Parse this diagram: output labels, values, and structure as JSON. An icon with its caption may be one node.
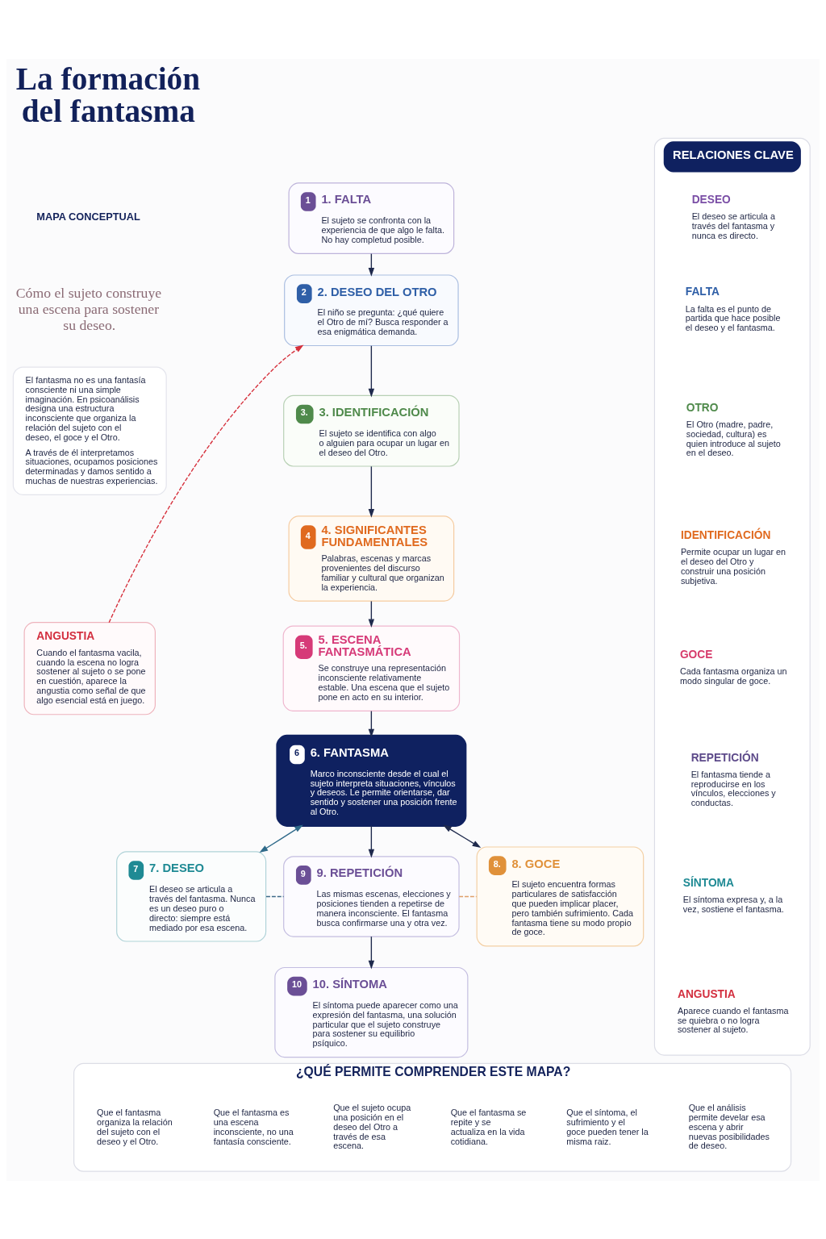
{
  "diagram": {
    "title": "La formación del fantasma",
    "nodes": [
      {
        "text": [
          "El fantasma no es una fantasía consciente ni una simple imaginación. En psicoanálisis designa una estructura inconsciente que organiza la relación del sujeto con el deseo, el goce y el Otro.",
          "A través de él interpretamos situaciones, ocupamos posiciones determinadas y damos sentido a muchas de nuestras experiencias."
        ]
      },
      {
        "text": [
          "ANGUSTIA",
          "Cuando el fantasma vacila, cuando la escena no logra sostener al sujeto o se pone en cuestión, aparece la angustia como señal de que algo esencial está en juego."
        ]
      },
      {
        "text": [
          "1",
          "1. FALTA",
          "El sujeto se confronta con la experiencia de que algo le falta. No hay completud posible."
        ]
      },
      {
        "text": [
          "2",
          "2. DESEO DEL OTRO",
          "El niño se pregunta: ¿qué quiere el Otro de mí? Busca responder a esa enigmática demanda."
        ]
      },
      {
        "text": [
          "3.",
          "3. IDENTIFICACIÓN",
          "El sujeto se identifica con algo o alguien para ocupar un lugar en el deseo del Otro."
        ]
      },
      {
        "text": [
          "4",
          "4. SIGNIFICANTES FUNDAMENTALES",
          "Palabras, escenas y marcas provenientes del discurso familiar y cultural que organizan la experiencia."
        ]
      },
      {
        "text": [
          "5.",
          "5. ESCENA FANTASMÁTICA",
          "Se construye una representación inconsciente relativamente estable. Una escena que el sujeto pone en acto en su interior."
        ]
      },
      {
        "text": [
          "6",
          "6. FANTASMA",
          "Marco inconsciente desde el cual el sujeto interpreta situaciones, vínculos y deseos. Le permite orientarse, dar sentido y sostener una posición frente al Otro."
        ]
      },
      {
        "text": [
          "7",
          "7. DESEO",
          "El deseo se articula a través del fantasma. Nunca es un deseo puro o directo: siempre está mediado por esa escena."
        ]
      },
      {
        "text": [
          "9",
          "9. REPETICIÓN",
          "Las mismas escenas, elecciones y posiciones tienden a repetirse de manera inconsciente. El fantasma busca confirmarse una y otra vez."
        ]
      },
      {
        "text": [
          "8.",
          "8. GOCE",
          "El sujeto encuentra formas particulares de satisfacción que pueden implicar placer, pero también sufrimiento. Cada fantasma tiene su modo propio de goce."
        ]
      },
      {
        "text": [
          "10",
          "10. SÍNTOMA",
          "El síntoma puede aparecer como una expresión del fantasma, una solución particular que el sujeto construye para sostener su equilibrio psíquico."
        ]
      },
      {
        "text": [
          "RELACIONES CLAVE"
        ]
      },
      {
        "text": [
          "DESEO",
          "El deseo se articula a través del fantasma y nunca es directo."
        ],
        "in": 12
      },
      {
        "text": [
          "FALTA",
          "La falta es el punto de partida que hace posible el deseo y el fantasma."
        ],
        "in": 12
      },
      {
        "text": [
          "OTRO",
          "El Otro (madre, padre, sociedad, cultura) es quien introduce al sujeto en el deseo."
        ],
        "in": 12
      },
      {
        "text": [
          "IDENTIFICACIÓN",
          "Permite ocupar un lugar en el deseo del Otro y construir una posición subjetiva."
        ],
        "in": 12
      },
      {
        "text": [
          "GOCE",
          "Cada fantasma organiza un modo singular de goce."
        ],
        "in": 12
      },
      {
        "text": [
          "REPETICIÓN",
          "El fantasma tiende a reproducirse en los vínculos, elecciones y conductas."
        ],
        "in": 12
      },
      {
        "text": [
          "SÍNTOMA",
          "El síntoma expresa y, a la vez, sostiene el fantasma."
        ],
        "in": 12
      },
      {
        "text": [
          "ANGUSTIA",
          "Aparece cuando el fantasma se quiebra o no logra sostener al sujeto."
        ],
        "in": 12
      },
      {
        "text": [
          "¿QUÉ PERMITE COMPRENDER ESTE MAPA?"
        ]
      },
      {
        "text": [
          "Que el fantasma organiza la relación del sujeto con el deseo y el Otro."
        ],
        "in": 21
      },
      {
        "text": [
          "Que el fantasma es una escena inconsciente, no una fantasía consciente."
        ],
        "in": 21
      },
      {
        "text": [
          "Que el sujeto ocupa una posición en el deseo del Otro a través de esa escena."
        ],
        "in": 21
      },
      {
        "text": [
          "Que el fantasma se repite y se actualiza en la vida cotidiana."
        ],
        "in": 21
      },
      {
        "text": [
          "Que el síntoma, el sufrimiento y el goce pueden tener la misma raiz."
        ],
        "in": 21
      },
      {
        "text": [
          "Que el análisis permite develar esa escena y abrir nuevas posibilidades de deseo."
        ],
        "in": 21
      }
    ],
    "edges": [
      {
        "from": 2,
        "to": 3,
        "arrow": "to"
      },
      {
        "from": 3,
        "to": 4,
        "arrow": "to"
      },
      {
        "from": 4,
        "to": 5,
        "arrow": "to"
      },
      {
        "from": 5,
        "to": 6,
        "arrow": "to"
      },
      {
        "from": 6,
        "to": 7,
        "arrow": "to"
      },
      {
        "from": 1,
        "to": 3,
        "arrow": "to",
        "style": "dashed",
        "color": "#d6303c"
      },
      {
        "from": 7,
        "to": 8,
        "arrow": "both",
        "color": "#2f6a8a"
      },
      {
        "from": 7,
        "to": 10,
        "arrow": "both"
      },
      {
        "from": 7,
        "to": 9,
        "arrow": "to"
      },
      {
        "from": 8,
        "to": 9,
        "arrow": "none",
        "style": "dashed",
        "color": "#3d6a88"
      },
      {
        "from": 9,
        "to": 10,
        "arrow": "none",
        "style": "dashed",
        "color": "#e0a06a"
      },
      {
        "from": 9,
        "to": 11,
        "arrow": "to"
      }
    ],
    "labels": [
      "MAPA CONCEPTUAL",
      "Cómo el sujeto construye una escena para sostener su deseo."
    ]
  }
}
